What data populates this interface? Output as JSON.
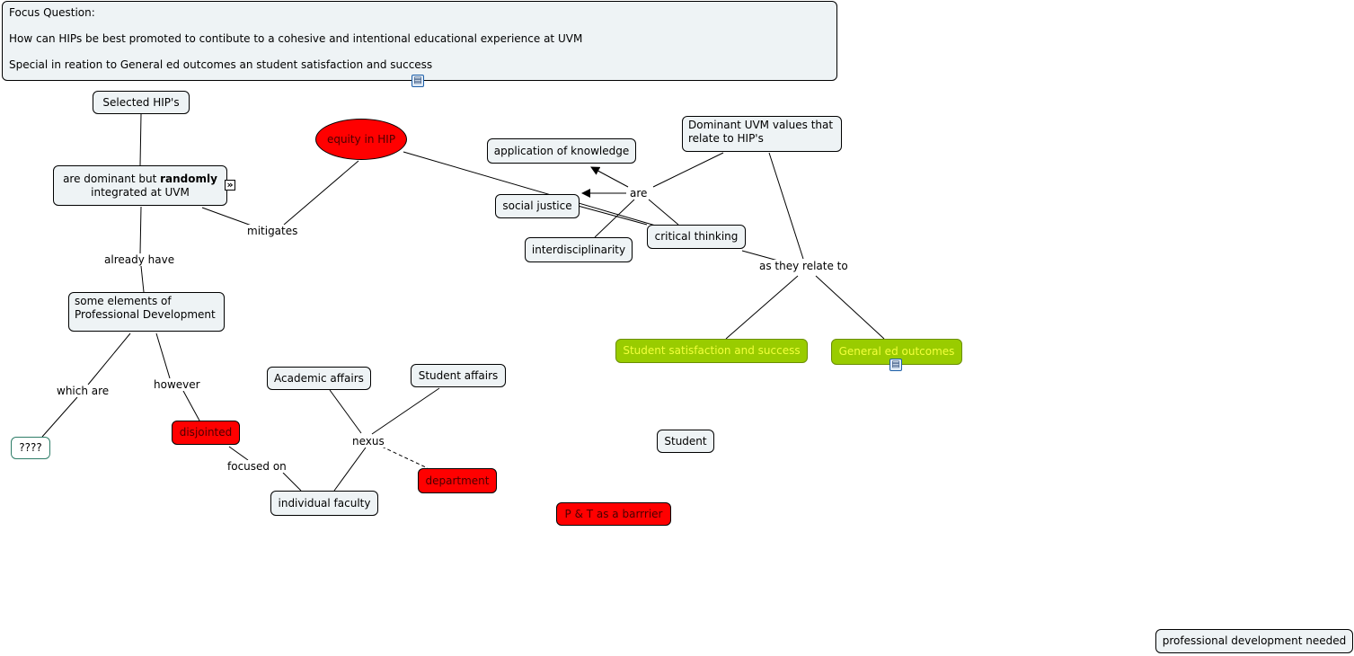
{
  "focus": {
    "line1": "Focus  Question:",
    "line2": "How can HIPs be best promoted to contibute to a cohesive and intentional educational experience at UVM",
    "line3": "Special in reation to General ed outcomes an student satisfaction and success"
  },
  "concepts": {
    "selected_hips": "Selected HIP's",
    "dominant_pre": "are dominant but ",
    "dominant_bold": "randomly",
    "dominant_post": "integrated at UVM",
    "equity": "equity in HIP",
    "application": "application of knowledge",
    "uvm_values_1": "Dominant UVM values that",
    "uvm_values_2": "relate to HIP's",
    "social_justice": "social justice",
    "interdisciplinarity": "interdisciplinarity",
    "critical_thinking": "critical thinking",
    "prof_dev_1": "some elements of",
    "prof_dev_2": "Professional Development",
    "student_satisfaction": "Student satisfaction and success",
    "gen_ed": "General ed outcomes",
    "academic_affairs": "Academic affairs",
    "student_affairs": "Student affairs",
    "question_marks": "????",
    "disjointed": "disjointed",
    "department": "department",
    "individual_faculty": "individual faculty",
    "student": "Student",
    "pt_barrier": "P & T as a barrrier",
    "prof_dev_needed": "professional development needed"
  },
  "linking_phrases": {
    "mitigates": "mitigates",
    "already_have": "already have",
    "are": "are",
    "as_they_relate_to": "as they relate to",
    "which_are": "which are",
    "however": "however",
    "nexus": "nexus",
    "focused_on": "focused on"
  },
  "icons": {
    "resource": "document-icon",
    "expand": "expand-icon"
  },
  "colors": {
    "concept_fill": "#eef3f5",
    "red_concept": "#ff0000",
    "green_concept": "#99cc00",
    "green_text": "#f2ff3a"
  }
}
